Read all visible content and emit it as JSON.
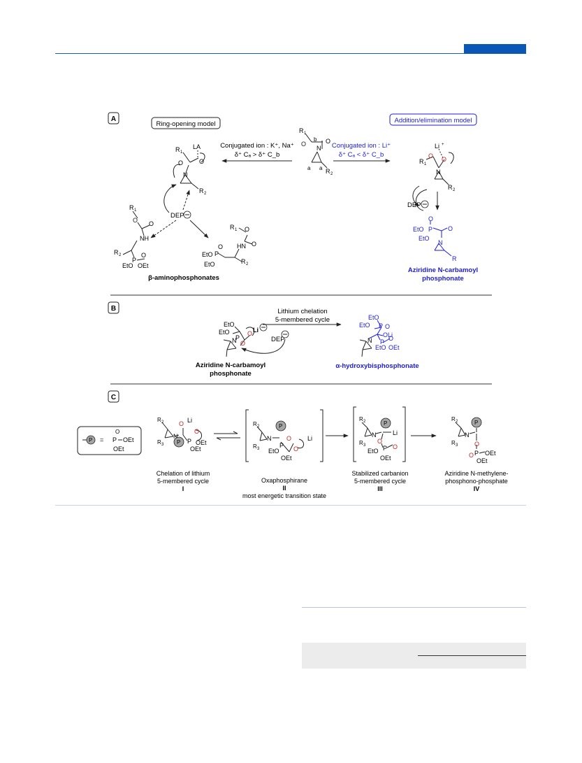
{
  "colors": {
    "header_blue": "#0b57b5",
    "scheme_blue": "#1c1cd6",
    "oxygen_red": "#c0282a",
    "p_circle_fill": "#a6a6a6"
  },
  "panel_a": {
    "label": "A",
    "ring_opening_model": "Ring-opening model",
    "addition_elimination_model": "Addition/elimination model",
    "left_arrow_line1": "Conjugated ion : K⁺, Na⁺",
    "left_arrow_line2": "δ⁺ Cₐ > δ⁺ C_b",
    "right_arrow_line1": "Conjugated ion : Li⁺",
    "right_arrow_line2": "δ⁺ Cₐ < δ⁺ C_b",
    "dep": "DEP",
    "la": "LA",
    "beta_aminophosphonates": "β-aminophosphonates",
    "product_line1": "Aziridine N-carbamoyl",
    "product_line2": "phosphonate"
  },
  "panel_b": {
    "label": "B",
    "arrow_line1": "Lithium chelation",
    "arrow_line2": "5-membered cycle",
    "dep": "DEP",
    "start_line1": "Aziridine N-carbamoyl",
    "start_line2": "phosphonate",
    "product": "α-hydroxybisphosphonate"
  },
  "panel_c": {
    "label": "C",
    "legend_eq": "=",
    "legend_oet1": "OEt",
    "legend_oet2": "OEt",
    "I": {
      "line1": "Chelation of lithium",
      "line2": "5-membered cycle",
      "roman": "I"
    },
    "II": {
      "line1": "Oxaphosphirane",
      "roman": "II",
      "line2": "most energetic transition state"
    },
    "III": {
      "line1": "Stabilized carbanion",
      "line2": "5-membered cycle",
      "roman": "III"
    },
    "IV": {
      "line1": "Aziridine N-methylene-",
      "line2": "phosphono-phosphate",
      "roman": "IV"
    }
  }
}
